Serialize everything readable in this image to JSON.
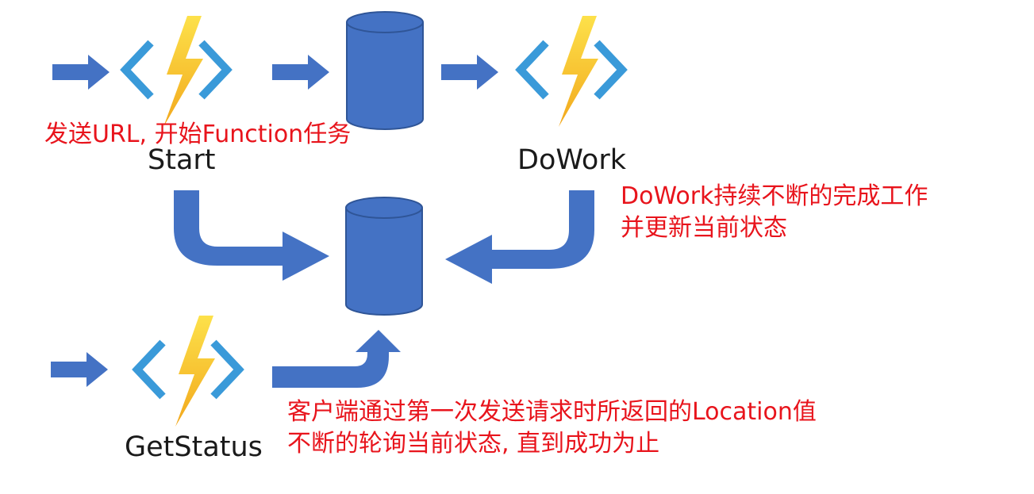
{
  "nodes": {
    "start": {
      "label": "Start",
      "icon": "azure-function-icon"
    },
    "storage_top": {
      "icon": "database-cylinder-icon"
    },
    "dowork": {
      "label": "DoWork",
      "icon": "azure-function-icon"
    },
    "storage_center": {
      "icon": "database-cylinder-icon"
    },
    "getstatus": {
      "label": "GetStatus",
      "icon": "azure-function-icon"
    }
  },
  "notes": {
    "start_note": "发送URL, 开始Function任务",
    "dowork_note_line1": "DoWork持续不断的完成工作",
    "dowork_note_line2": "并更新当前状态",
    "getstatus_note_line1": "客户端通过第一次发送请求时所返回的Location值",
    "getstatus_note_line2": "不断的轮询当前状态, 直到成功为止"
  },
  "colors": {
    "arrow": "#4472c4",
    "cylinder": "#4472c4",
    "cylinder_outline": "#2f5597",
    "bracket": "#3a9ad9",
    "bolt_top": "#fde14a",
    "bolt_bottom": "#f2a81d",
    "note_text": "#e8141c",
    "label_text": "#1a1a1a"
  }
}
